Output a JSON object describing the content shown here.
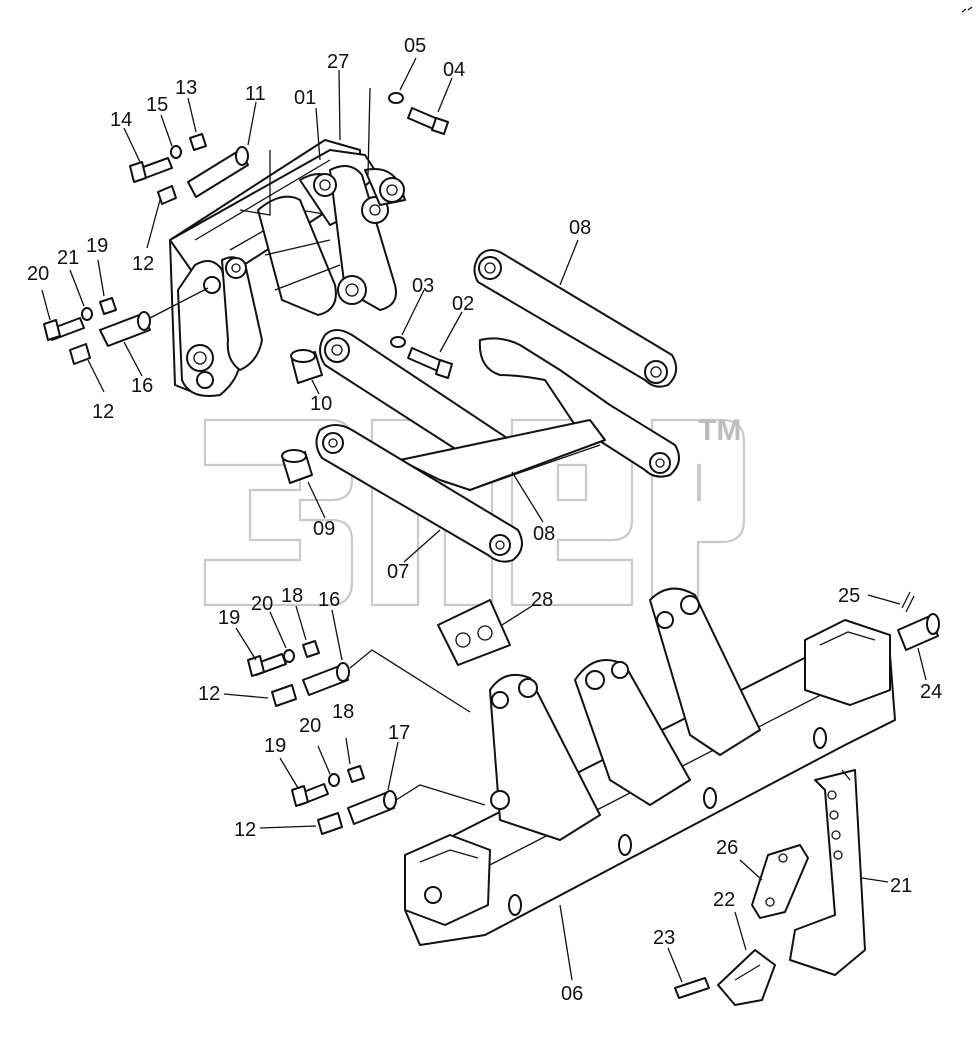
{
  "watermark": {
    "trademark": "TM"
  },
  "callouts": [
    {
      "id": "01"
    },
    {
      "id": "27"
    },
    {
      "id": "05"
    },
    {
      "id": "04"
    },
    {
      "id": "13"
    },
    {
      "id": "11"
    },
    {
      "id": "15"
    },
    {
      "id": "14"
    },
    {
      "id": "12a",
      "text": "12"
    },
    {
      "id": "19a",
      "text": "19"
    },
    {
      "id": "21a",
      "text": "21"
    },
    {
      "id": "20a",
      "text": "20"
    },
    {
      "id": "12b",
      "text": "12"
    },
    {
      "id": "16a",
      "text": "16"
    },
    {
      "id": "08a",
      "text": "08"
    },
    {
      "id": "03"
    },
    {
      "id": "02"
    },
    {
      "id": "10"
    },
    {
      "id": "09"
    },
    {
      "id": "08b",
      "text": "08"
    },
    {
      "id": "07"
    },
    {
      "id": "28"
    },
    {
      "id": "25"
    },
    {
      "id": "24"
    },
    {
      "id": "19b",
      "text": "19"
    },
    {
      "id": "20b",
      "text": "20"
    },
    {
      "id": "18a",
      "text": "18"
    },
    {
      "id": "16b",
      "text": "16"
    },
    {
      "id": "12c",
      "text": "12"
    },
    {
      "id": "20c",
      "text": "20"
    },
    {
      "id": "18b",
      "text": "18"
    },
    {
      "id": "17"
    },
    {
      "id": "19c",
      "text": "19"
    },
    {
      "id": "12d",
      "text": "12"
    },
    {
      "id": "26"
    },
    {
      "id": "22"
    },
    {
      "id": "21b",
      "text": "21"
    },
    {
      "id": "23"
    },
    {
      "id": "06"
    }
  ],
  "labels": {
    "c01": "01",
    "c27": "27",
    "c05": "05",
    "c04": "04",
    "c13": "13",
    "c11": "11",
    "c15": "15",
    "c14": "14",
    "c12a": "12",
    "c19a": "19",
    "c21a": "21",
    "c20a": "20",
    "c12b": "12",
    "c16a": "16",
    "c08a": "08",
    "c03": "03",
    "c02": "02",
    "c10": "10",
    "c09": "09",
    "c08b": "08",
    "c07": "07",
    "c28": "28",
    "c25": "25",
    "c24": "24",
    "c19b": "19",
    "c20b": "20",
    "c18a": "18",
    "c16b": "16",
    "c12c": "12",
    "c20c": "20",
    "c18b": "18",
    "c17": "17",
    "c19c": "19",
    "c12d": "12",
    "c26": "26",
    "c22": "22",
    "c21b": "21",
    "c23": "23",
    "c06": "06"
  }
}
